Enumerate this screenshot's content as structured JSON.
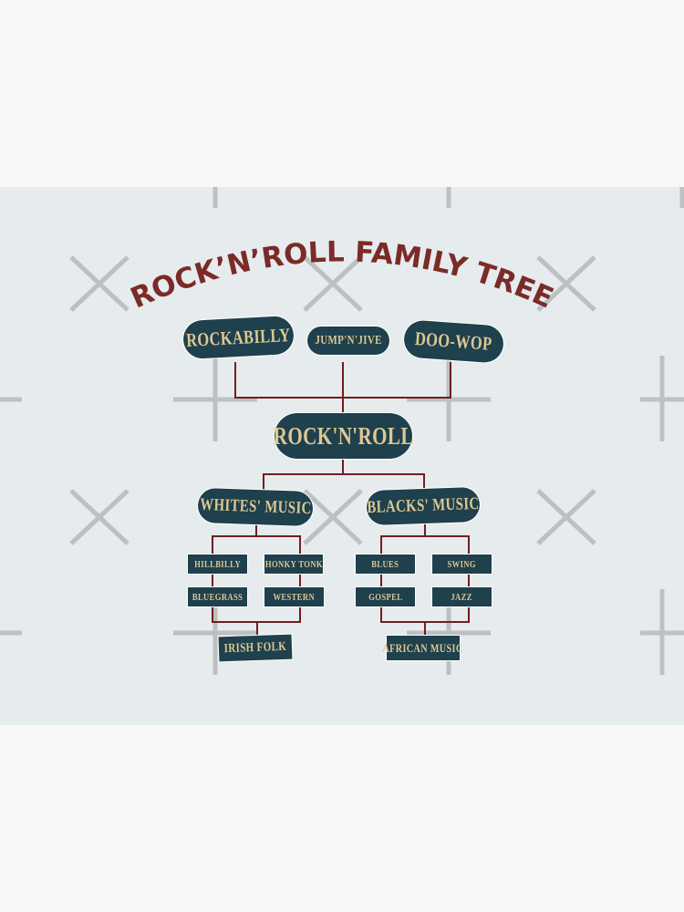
{
  "title": "ROCK’N’ROLL FAMILY TREE",
  "colors": {
    "title": "#7b2b27",
    "node": "#1f404d",
    "node_text": "#dcc891",
    "line": "#6e1f1f",
    "background": "#e6ebee"
  },
  "roots": [
    "ROCKABILLY",
    "JUMP'N'JIVE",
    "DOO-WOP"
  ],
  "center": "ROCK'N'ROLL",
  "branches": [
    {
      "label": "WHITES' MUSIC",
      "items": [
        "HILLBILLY",
        "HONKY TONK",
        "BLUEGRASS",
        "WESTERN"
      ],
      "origin": "IRISH FOLK"
    },
    {
      "label": "BLACKS' MUSIC",
      "items": [
        "BLUES",
        "SWING",
        "GOSPEL",
        "JAZZ"
      ],
      "origin": "AFRICAN MUSIC"
    }
  ]
}
